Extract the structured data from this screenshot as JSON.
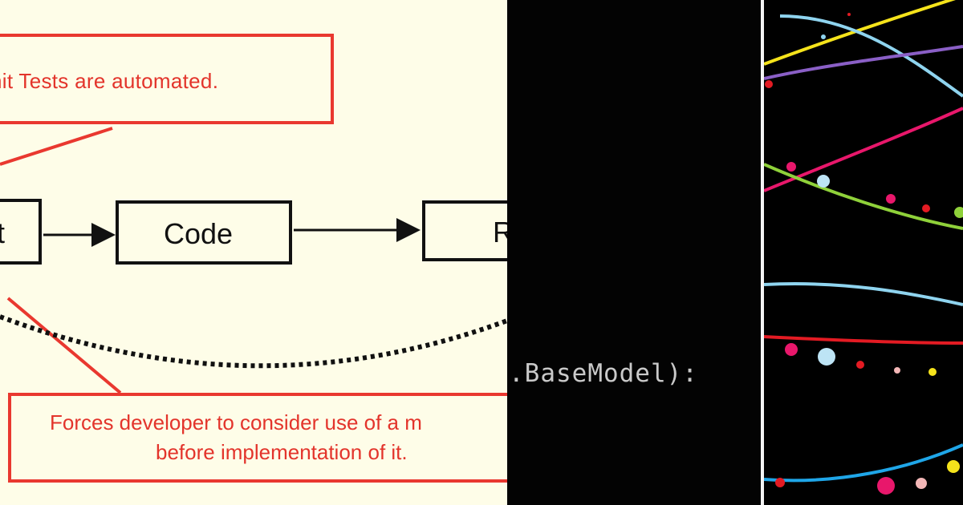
{
  "tdd_diagram": {
    "note_top": "nit Tests are automated.",
    "box_test": "t",
    "box_code": "Code",
    "box_refactor": "R",
    "note_bottom_line1": "Forces developer to consider use of a m",
    "note_bottom_line2": "before implementation of it.",
    "accent_color": "#e9382f"
  },
  "code_panel": {
    "code_text": ".BaseModel):",
    "text_color": "#c9c9c9"
  },
  "art_panel": {
    "line_colors": [
      "#f5e31b",
      "#8fd4ef",
      "#8a5fc6",
      "#e8176b",
      "#8fd13a",
      "#e31b23",
      "#1fa6e8"
    ]
  }
}
